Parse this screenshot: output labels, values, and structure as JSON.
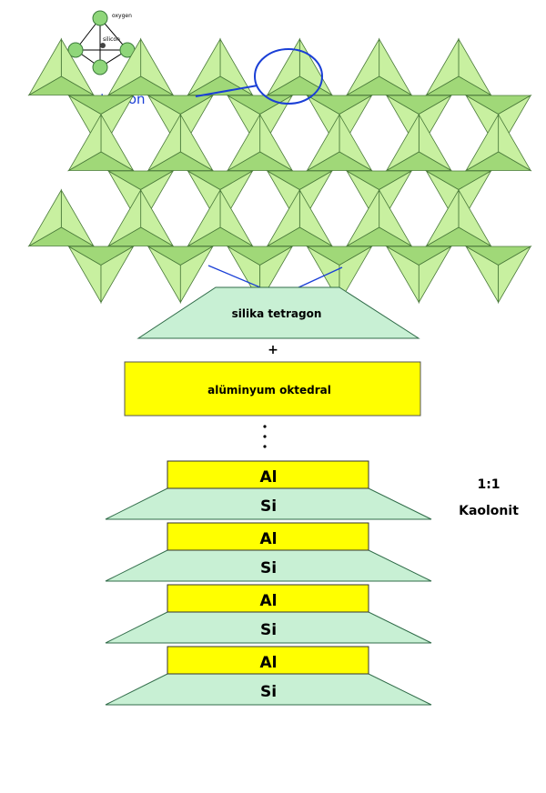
{
  "legend": {
    "oxygen_label": "oxygen",
    "silicon_label": "silicon",
    "caption": "tetragon"
  },
  "sheet": {
    "silica_label": "silika tetragon",
    "plus": "+",
    "alumina_label": "alüminyum oktedral"
  },
  "stack": {
    "layers": [
      {
        "al": "Al",
        "si": "Si"
      },
      {
        "al": "Al",
        "si": "Si"
      },
      {
        "al": "Al",
        "si": "Si"
      },
      {
        "al": "Al",
        "si": "Si"
      }
    ],
    "ratio": "1:1",
    "mineral": "Kaolonit"
  },
  "colors": {
    "tetra_light": "#c8f0a0",
    "tetra_dark": "#a0d878",
    "silica_fill": "#c8f0d4",
    "alumina_fill": "#ffff00",
    "highlight_blue": "#1a3fd6"
  }
}
